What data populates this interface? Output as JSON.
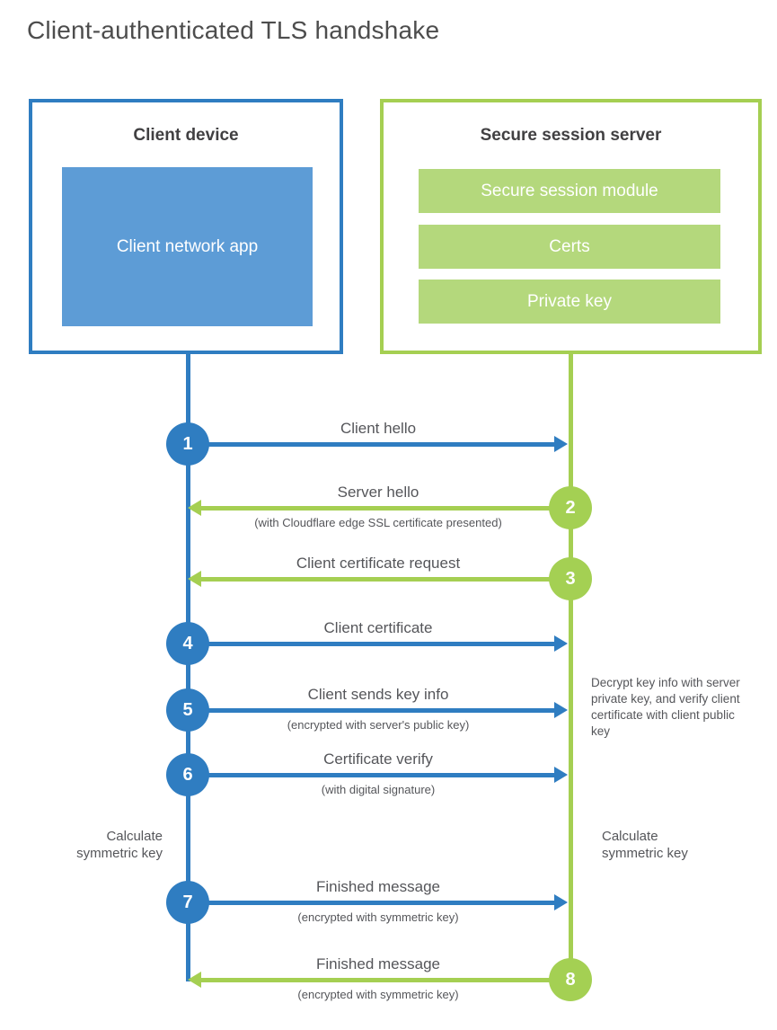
{
  "title": "Client-authenticated TLS handshake",
  "colors": {
    "blue": "#2f7dc1",
    "blue_fill": "#5d9cd6",
    "green": "#a5cf52",
    "green_circle": "#a4d053",
    "green_fill": "#b4d87c",
    "heading_text": "#4d4d4d",
    "label_text": "#55565a",
    "box_title_text": "#414042"
  },
  "client_box": {
    "title": "Client device",
    "app_label": "Client network app"
  },
  "server_box": {
    "title": "Secure session server",
    "modules": [
      "Secure session module",
      "Certs",
      "Private key"
    ]
  },
  "steps": [
    {
      "number": "1",
      "actor": "client",
      "direction": "right",
      "label": "Client hello",
      "subtitle": ""
    },
    {
      "number": "2",
      "actor": "server",
      "direction": "left",
      "label": "Server hello",
      "subtitle": "(with Cloudflare edge SSL certificate presented)"
    },
    {
      "number": "3",
      "actor": "server",
      "direction": "left",
      "label": "Client certificate request",
      "subtitle": ""
    },
    {
      "number": "4",
      "actor": "client",
      "direction": "right",
      "label": "Client certificate",
      "subtitle": ""
    },
    {
      "number": "5",
      "actor": "client",
      "direction": "right",
      "label": "Client sends key info",
      "subtitle": "(encrypted with server's public key)"
    },
    {
      "number": "6",
      "actor": "client",
      "direction": "right",
      "label": "Certificate verify",
      "subtitle": "(with digital signature)"
    },
    {
      "number": "7",
      "actor": "client",
      "direction": "right",
      "label": "Finished message",
      "subtitle": "(encrypted with symmetric key)"
    },
    {
      "number": "8",
      "actor": "server",
      "direction": "left",
      "label": "Finished message",
      "subtitle": "(encrypted with symmetric key)"
    }
  ],
  "annotations": {
    "client_calculate": "Calculate symmetric key",
    "server_calculate": "Calculate symmetric key",
    "server_note": "Decrypt key info with server private key, and verify client certificate with client public key"
  }
}
